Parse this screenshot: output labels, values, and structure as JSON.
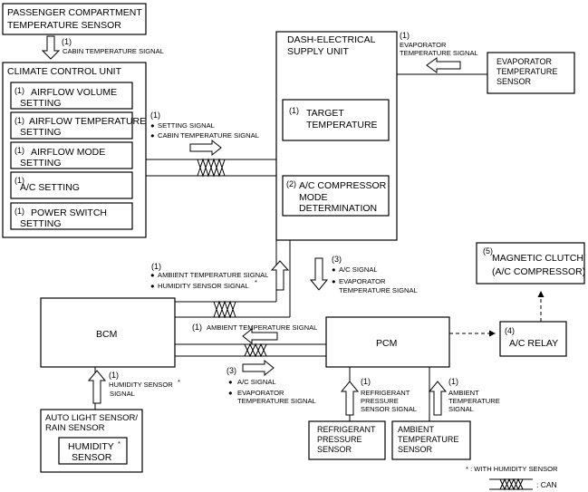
{
  "boxes": {
    "passenger_sensor": [
      "PASSENGER COMPARTMENT",
      "TEMPERATURE SENSOR"
    ],
    "climate_unit": "CLIMATE CONTROL UNIT",
    "cc_items": [
      {
        "num": "(1)",
        "lines": [
          "AIRFLOW VOLUME",
          "SETTING"
        ]
      },
      {
        "num": "(1)",
        "lines": [
          "AIRFLOW TEMPERATURE",
          "SETTING"
        ]
      },
      {
        "num": "(1)",
        "lines": [
          "AIRFLOW MODE",
          "SETTING"
        ]
      },
      {
        "num": "(1)",
        "lines": [
          "A/C SETTING"
        ]
      },
      {
        "num": "(1)",
        "lines": [
          "POWER SWITCH",
          "SETTING"
        ]
      }
    ],
    "dash_unit": [
      "DASH-ELECTRICAL",
      "SUPPLY UNIT"
    ],
    "target_temp": {
      "num": "(1)",
      "lines": [
        "TARGET",
        "TEMPERATURE"
      ]
    },
    "ac_compressor_mode": {
      "num": "(2)",
      "lines": [
        "A/C COMPRESSOR",
        "MODE",
        "DETERMINATION"
      ]
    },
    "evap_sensor": [
      "EVAPORATOR",
      "TEMPERATURE",
      "SENSOR"
    ],
    "magnetic_clutch": {
      "num": "(5)",
      "lines": [
        "MAGNETIC CLUTCH",
        "(A/C COMPRESSOR)"
      ]
    },
    "ac_relay": {
      "num": "(4)",
      "label": "A/C RELAY"
    },
    "bcm": "BCM",
    "pcm": "PCM",
    "auto_light": [
      "AUTO LIGHT SENSOR/",
      "RAIN SENSOR"
    ],
    "humidity_sensor": [
      "HUMIDITY",
      "SENSOR"
    ],
    "humidity_star": "*",
    "refrigerant_sensor": [
      "REFRIGERANT",
      "PRESSURE",
      "SENSOR"
    ],
    "ambient_sensor": [
      "AMBIENT",
      "TEMPERATURE",
      "SENSOR"
    ]
  },
  "signals": {
    "cabin": {
      "num": "(1)",
      "text": "CABIN TEMPERATURE SIGNAL"
    },
    "evaporator_top": {
      "num": "(1)",
      "lines": [
        "EVAPORATOR",
        "TEMPERATURE SIGNAL"
      ]
    },
    "setting_block": {
      "num": "(1)",
      "lines": [
        "SETTING SIGNAL",
        "CABIN TEMPERATURE SIGNAL"
      ]
    },
    "ambient_humidity": {
      "num": "(1)",
      "lines": [
        "AMBIENT TEMPERATURE SIGNAL",
        "HUMIDITY SENSOR SIGNAL"
      ],
      "star": "*"
    },
    "ac_evap_right": {
      "num": "(3)",
      "lines": [
        "A/C SIGNAL",
        "EVAPORATOR",
        "TEMPERATURE SIGNAL"
      ]
    },
    "ambient_mid": {
      "num": "(1)",
      "text": "AMBIENT TEMPERATURE SIGNAL"
    },
    "ac_evap_lower": {
      "num": "(3)",
      "lines": [
        "A/C SIGNAL",
        "EVAPORATOR",
        "TEMPERATURE SIGNAL"
      ]
    },
    "humidity_signal": {
      "num": "(1)",
      "lines": [
        "HUMIDITY SENSOR",
        "SIGNAL"
      ],
      "star": "*"
    },
    "refrigerant_signal": {
      "num": "(1)",
      "lines": [
        "REFRIGERANT",
        "PRESSURE",
        "SENSOR SIGNAL"
      ]
    },
    "ambient_signal": {
      "num": "(1)",
      "lines": [
        "AMBIENT",
        "TEMPERATURE",
        "SIGNAL"
      ]
    }
  },
  "legend": {
    "star_note": "* : WITH HUMIDITY SENSOR",
    "can_label": ": CAN"
  },
  "bullet": "●"
}
